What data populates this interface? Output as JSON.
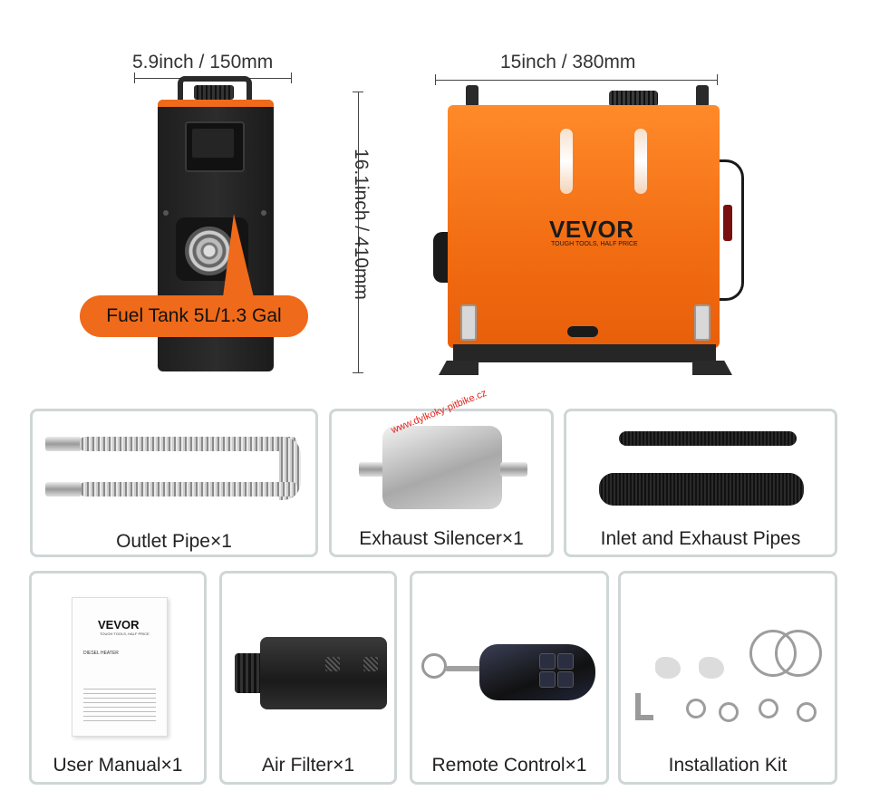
{
  "dimensions": {
    "width_label": "5.9inch / 150mm",
    "length_label": "15inch / 380mm",
    "height_label": "16.1inch / 410mm"
  },
  "callout": {
    "fuel_tank": "Fuel Tank 5L/1.3 Gal"
  },
  "brand": {
    "name": "VEVOR",
    "tagline": "TOUGH TOOLS, HALF PRICE",
    "color": "#ef6a1a"
  },
  "watermark": "www.dylkoky-pitbike.cz",
  "manual_cover": {
    "brand": "VEVOR",
    "tagline": "TOUGH TOOLS, HALF PRICE",
    "title": "DIESEL HEATER"
  },
  "accessories": [
    {
      "label": "Outlet Pipe×1",
      "icon": "outlet-pipe-icon"
    },
    {
      "label": "Exhaust Silencer×1",
      "icon": "silencer-icon"
    },
    {
      "label": "Inlet and Exhaust Pipes",
      "icon": "inlet-exhaust-pipes-icon"
    },
    {
      "label": "User Manual×1",
      "icon": "manual-icon"
    },
    {
      "label": "Air Filter×1",
      "icon": "air-filter-icon"
    },
    {
      "label": "Remote Control×1",
      "icon": "remote-icon"
    },
    {
      "label": "Installation Kit",
      "icon": "installation-kit-icon"
    }
  ]
}
